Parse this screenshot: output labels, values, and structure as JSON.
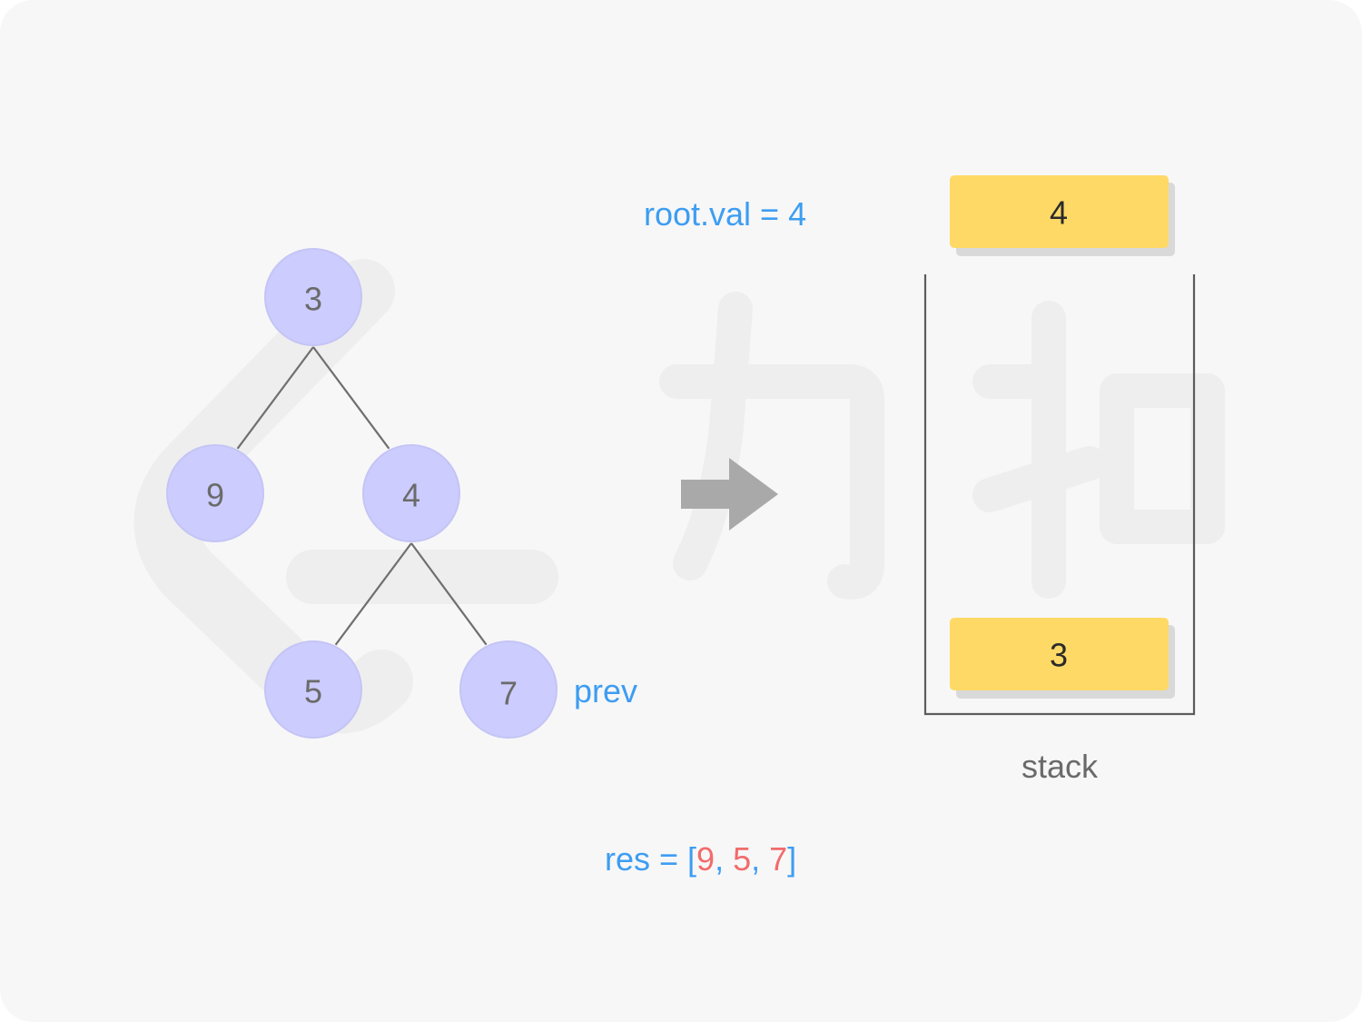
{
  "tree": {
    "nodes": [
      {
        "id": "n3",
        "label": "3"
      },
      {
        "id": "n9",
        "label": "9"
      },
      {
        "id": "n4",
        "label": "4"
      },
      {
        "id": "n5",
        "label": "5"
      },
      {
        "id": "n7",
        "label": "7"
      }
    ],
    "edges": [
      [
        "n3",
        "n9"
      ],
      [
        "n3",
        "n4"
      ],
      [
        "n4",
        "n5"
      ],
      [
        "n4",
        "n7"
      ]
    ],
    "prev_label": "prev"
  },
  "root_caption": "root.val = 4",
  "incoming_block": "4",
  "stack": {
    "label": "stack",
    "items": [
      "3"
    ]
  },
  "result": {
    "prefix": "res = [",
    "values": [
      "9",
      "5",
      "7"
    ],
    "separator": ", ",
    "suffix": "]"
  },
  "colors": {
    "node_fill": "#ccccff",
    "caption_blue": "#3d9df2",
    "value_red": "#f26b6b",
    "block_yellow": "#ffd966",
    "arrow_gray": "#a9a9a9"
  }
}
